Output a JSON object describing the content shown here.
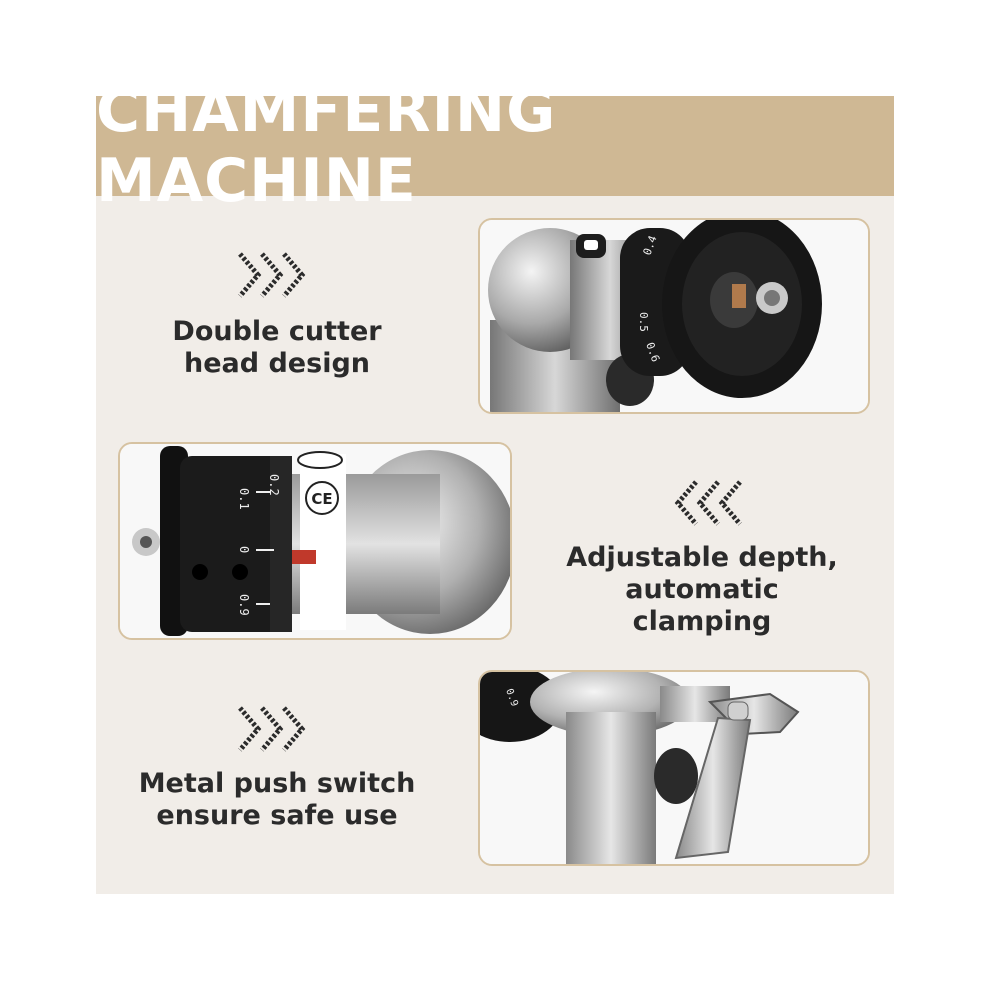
{
  "banner": {
    "title": "CHAMFERING MACHINE"
  },
  "features": [
    {
      "line1": "Double cutter",
      "line2": "head design",
      "arrow": "chevrons-right-icon"
    },
    {
      "line1": "Adjustable depth,",
      "line2": "automatic clamping",
      "arrow": "chevrons-left-icon"
    },
    {
      "line1": "Metal push switch",
      "line2": "ensure safe use",
      "arrow": "chevrons-right-icon"
    }
  ],
  "photos": {
    "cutter_head": {
      "dial_labels": [
        "0.4",
        "0.5",
        "0.6"
      ]
    },
    "depth_dial": {
      "dial_labels": [
        "0.2",
        "0.1",
        "0",
        "0.9"
      ],
      "mark": "CE"
    },
    "push_switch": {
      "dial_labels": [
        "0.9"
      ]
    }
  },
  "colors": {
    "banner": "#cfb894",
    "panel": "#f1ede8",
    "frame": "#d6c2a1",
    "text": "#2b2b2b"
  }
}
